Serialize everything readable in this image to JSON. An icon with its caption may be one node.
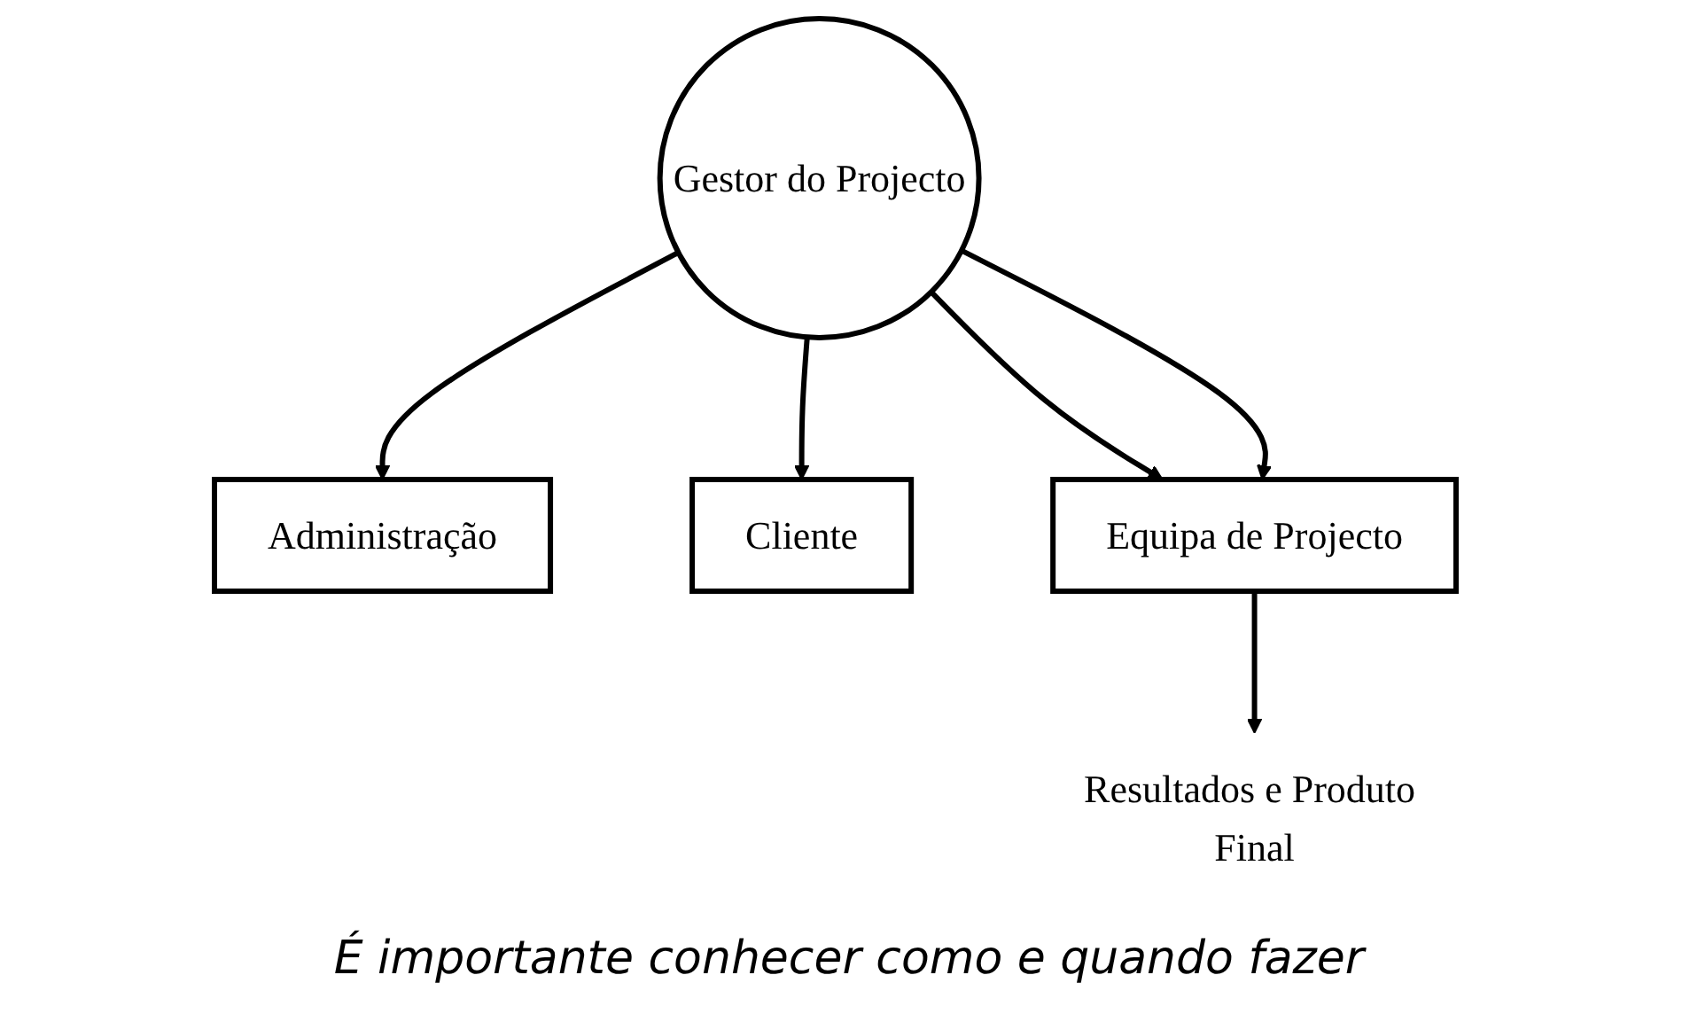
{
  "diagram": {
    "caption": "É importante conhecer como e quando fazer",
    "nodes": [
      {
        "text": [
          "Administração"
        ]
      },
      {
        "text": [
          "Cliente"
        ]
      },
      {
        "text": [
          "Gestor do Projecto"
        ]
      },
      {
        "text": [
          "Equipa de Projecto"
        ]
      },
      {
        "text": [
          "Resultados e Produto Final"
        ]
      }
    ],
    "edges": [
      {
        "from": 2,
        "to": 0,
        "arrow": "to"
      },
      {
        "from": 2,
        "to": 1,
        "arrow": "to"
      },
      {
        "from": 2,
        "to": 3,
        "arrow": "to"
      },
      {
        "from": 2,
        "to": 3,
        "arrow": "to"
      },
      {
        "from": 3,
        "to": 4,
        "arrow": "to"
      }
    ]
  }
}
